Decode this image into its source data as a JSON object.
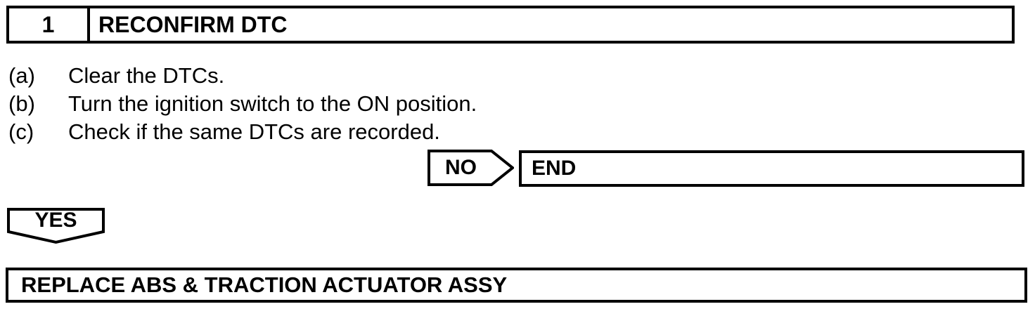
{
  "header": {
    "step_number": "1",
    "title": "RECONFIRM DTC"
  },
  "steps": [
    {
      "label": "(a)",
      "text": "Clear the DTCs."
    },
    {
      "label": "(b)",
      "text": "Turn the ignition switch to the ON position."
    },
    {
      "label": "(c)",
      "text": "Check if the same DTCs are recorded."
    }
  ],
  "no_branch": {
    "label": "NO",
    "result": "END"
  },
  "yes_branch": {
    "label": "YES"
  },
  "action": {
    "title": "REPLACE ABS & TRACTION ACTUATOR ASSY"
  },
  "colors": {
    "line": "#000000",
    "background": "#ffffff"
  }
}
